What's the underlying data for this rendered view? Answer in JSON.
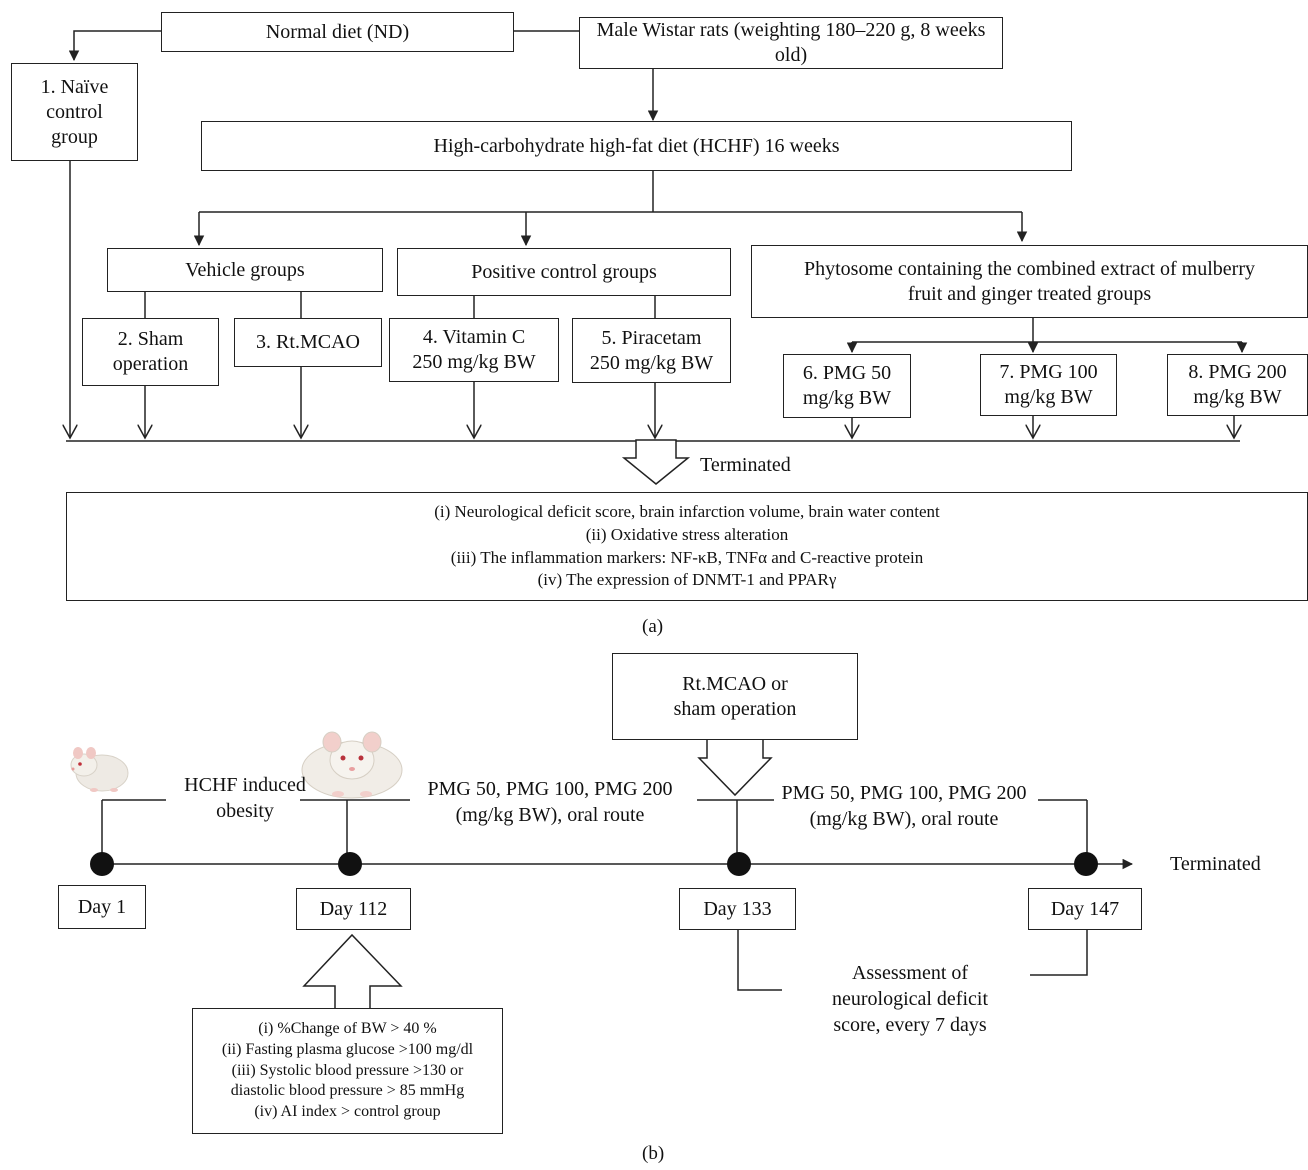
{
  "panel_a": {
    "normal_diet": "Normal diet (ND)",
    "rats": "Male Wistar rats (weighting 180–220 g, 8 weeks old)",
    "naive_group": [
      "1. Naïve",
      "control",
      "group"
    ],
    "hchf": "High-carbohydrate high-fat diet (HCHF) 16 weeks",
    "vehicle": "Vehicle groups",
    "positive": "Positive control groups",
    "phytosome": [
      "Phytosome containing the combined extract of mulberry",
      "fruit and ginger treated groups"
    ],
    "sham": [
      "2. Sham",
      "operation"
    ],
    "mcao": "3. Rt.MCAO",
    "vitc": [
      "4. Vitamin C",
      "250 mg/kg BW"
    ],
    "pira": [
      "5. Piracetam",
      "250 mg/kg BW"
    ],
    "pmg50": [
      "6. PMG 50",
      "mg/kg BW"
    ],
    "pmg100": [
      "7. PMG 100",
      "mg/kg BW"
    ],
    "pmg200": [
      "8. PMG 200",
      "mg/kg BW"
    ],
    "terminated": "Terminated",
    "outcomes": [
      "(i) Neurological deficit score, brain infarction volume, brain water content",
      "(ii) Oxidative stress alteration",
      "(iii) The inflammation markers: NF-κB, TNFα and C-reactive protein",
      "(iv) The expression of DNMT-1 and PPARγ"
    ],
    "caption": "(a)"
  },
  "panel_b": {
    "mcao_sham": [
      "Rt.MCAO or",
      "sham operation"
    ],
    "hchf_obesity": [
      "HCHF induced",
      "obesity"
    ],
    "pmg_route_1": [
      "PMG 50, PMG 100, PMG 200",
      "(mg/kg BW), oral route"
    ],
    "pmg_route_2": [
      "PMG 50, PMG 100, PMG 200",
      "(mg/kg BW), oral route"
    ],
    "terminated": "Terminated",
    "days": [
      "Day 1",
      "Day 112",
      "Day 133",
      "Day 147"
    ],
    "assessment": [
      "Assessment of",
      "neurological deficit",
      "score, every 7 days"
    ],
    "criteria": [
      "(i) %Change of BW > 40 %",
      "(ii) Fasting plasma glucose >100 mg/dl",
      "(iii) Systolic blood pressure >130 or",
      "diastolic blood pressure > 85 mmHg",
      "(iv) AI index > control group"
    ],
    "caption": "(b)"
  },
  "icons": [
    "rat-image-small",
    "rat-image-large"
  ]
}
